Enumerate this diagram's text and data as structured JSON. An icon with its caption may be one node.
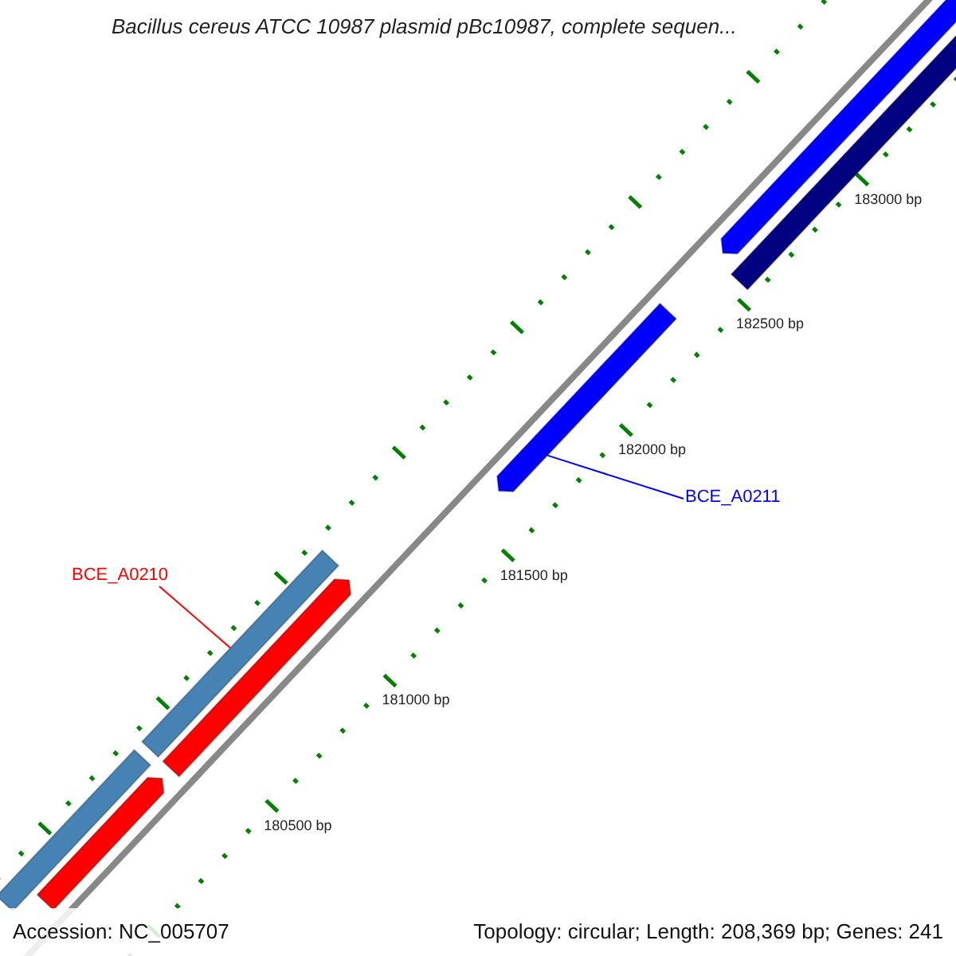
{
  "diagram": {
    "title": "Bacillus cereus ATCC 10987 plasmid pBc10987, complete sequen...",
    "nodes": [
      {
        "text": [],
        "shape": "arrow"
      },
      {
        "text": [],
        "shape": "bar"
      },
      {
        "text": [],
        "shape": "arrow"
      },
      {
        "text": [
          "BCE_A0211"
        ]
      },
      {
        "text": [],
        "shape": "bar"
      },
      {
        "text": [
          "BCE_A0210"
        ]
      },
      {
        "text": [],
        "shape": "arrow"
      },
      {
        "text": [],
        "shape": "bar"
      },
      {
        "text": [],
        "shape": "arrow"
      }
    ],
    "edges": [
      {
        "from": 3,
        "to": 2,
        "arrow": "none",
        "color": "#0000ff"
      },
      {
        "from": 5,
        "to": 4,
        "arrow": "none",
        "color": "#ff0000"
      }
    ],
    "labels": [
      "183000 bp",
      "182500 bp",
      "182000 bp",
      "181500 bp",
      "181000 bp",
      "180500 bp",
      "Accession: NC_005707",
      "Topology: circular; Length: 208,369 bp; Genes: 241"
    ]
  }
}
